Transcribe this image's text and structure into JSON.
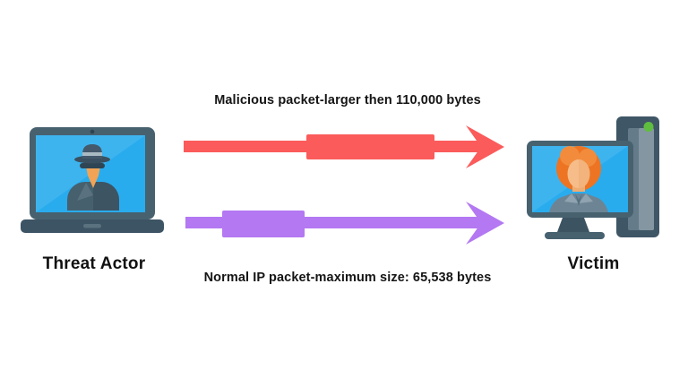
{
  "actors": {
    "threat_actor": {
      "label": "Threat Actor",
      "icon": "hacker-laptop-icon"
    },
    "victim": {
      "label": "Victim",
      "icon": "desktop-computer-icon"
    }
  },
  "packets": {
    "malicious": {
      "label": "Malicious packet-larger then 110,000 bytes",
      "arrow_color": "#fb5b5b",
      "direction": "left-to-right"
    },
    "normal": {
      "label": "Normal IP packet-maximum size: 65,538 bytes",
      "arrow_color": "#b378f2",
      "direction": "left-to-right"
    }
  },
  "colors": {
    "screen_blue": "#29acee",
    "device_frame": "#47616f",
    "device_dark": "#3d5464",
    "power_button_green": "#5fbe3f",
    "hacker_face_orange": "#f2a356",
    "victim_hair_orange": "#ed7423",
    "victim_skin": "#f6bd8a",
    "victim_shirt": "#6d8494",
    "label_text": "#151515"
  }
}
